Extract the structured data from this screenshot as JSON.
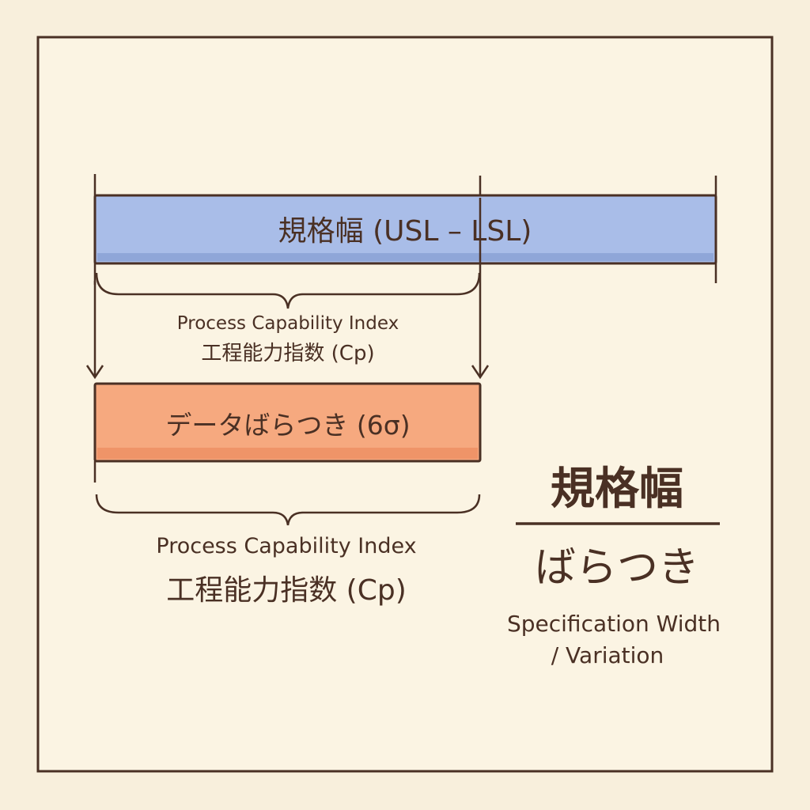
{
  "spec_bar": {
    "label": "規格幅 (USL – LSL)",
    "color": "#a9bde8"
  },
  "upper_brace_label": {
    "en": "Process Capability Index",
    "ja": "工程能力指数 (Cp)"
  },
  "data_bar": {
    "label": "データばらつき (6σ)",
    "color": "#f6a97f"
  },
  "lower_brace_label": {
    "en": "Process Capability Index",
    "ja": "工程能力指数 (Cp)"
  },
  "formula": {
    "numerator": "規格幅",
    "denominator": "ばらつき",
    "caption_line1": "Specification Width",
    "caption_line2": "/ Variation"
  },
  "colors": {
    "ink": "#4a3024",
    "background": "#f8efdc"
  }
}
